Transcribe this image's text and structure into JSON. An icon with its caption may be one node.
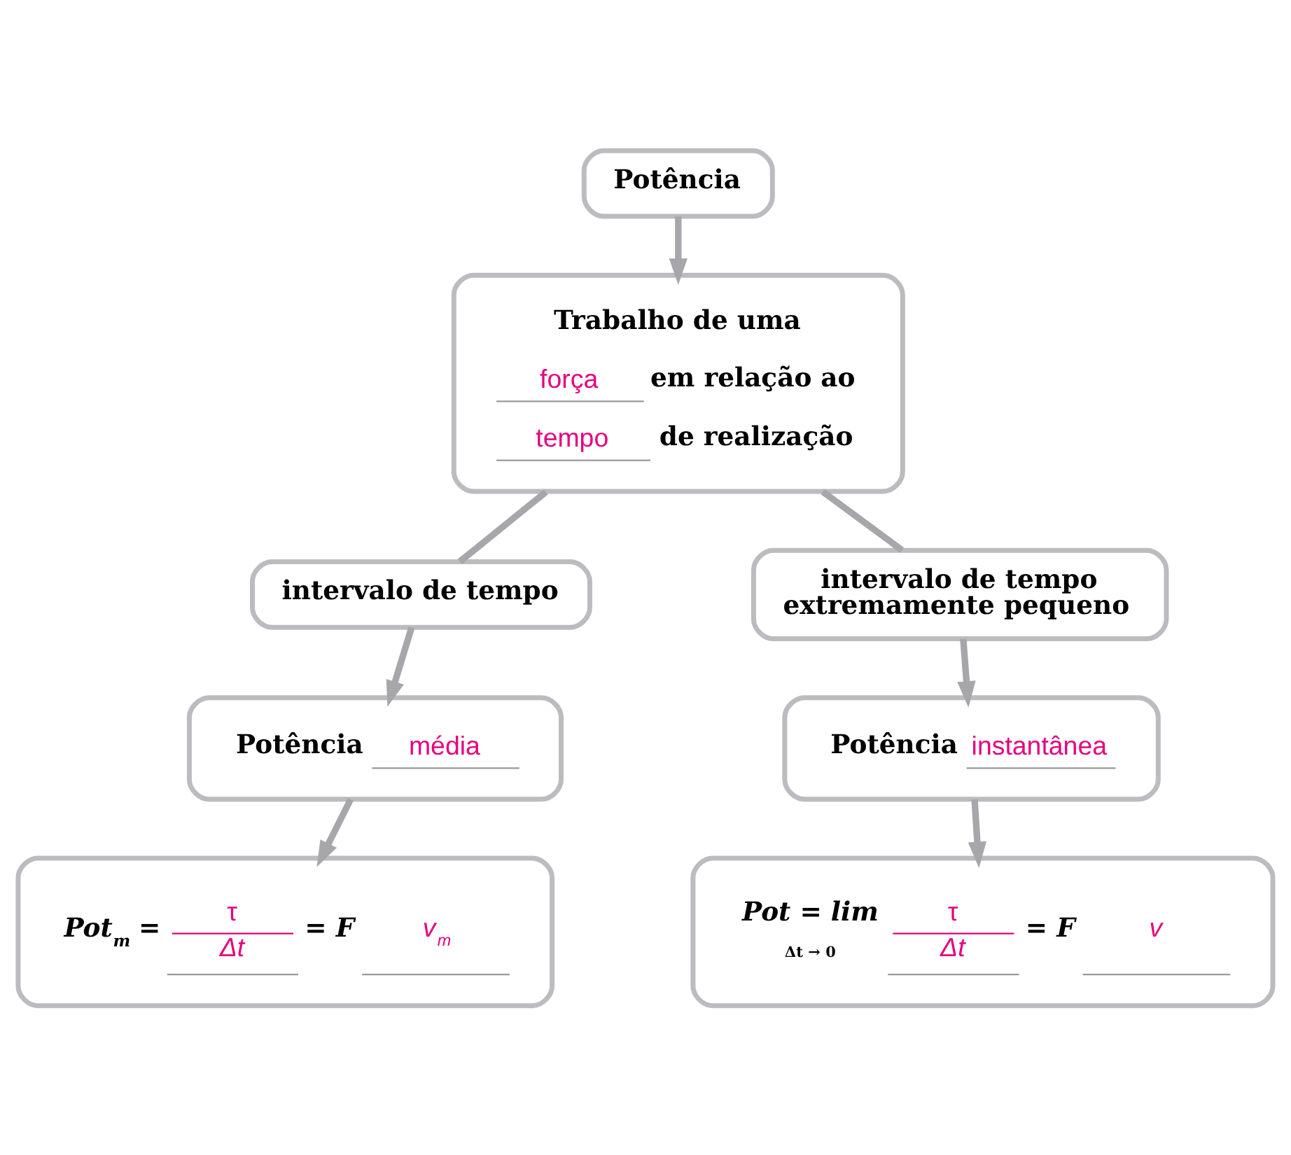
{
  "diagram": {
    "nodes": [
      {
        "text": [
          "Potência"
        ]
      },
      {
        "text": [
          "Trabalho de uma",
          "força",
          "em relação ao",
          "tempo",
          "de realização"
        ]
      },
      {
        "text": [
          "intervalo de tempo"
        ]
      },
      {
        "text": [
          "intervalo de tempo extremamente pequeno"
        ]
      },
      {
        "text": [
          "Potência",
          "média"
        ]
      },
      {
        "text": [
          "Potência",
          "instantânea"
        ]
      },
      {
        "text": [
          "Pot$_{m}$ =",
          "τ",
          "Δt",
          "= F",
          "v$_{m}$"
        ]
      },
      {
        "text": [
          "Pot = lim",
          "Δt → 0",
          "τ",
          "Δt",
          "= F",
          "v"
        ]
      }
    ],
    "edges": [
      {
        "from": 0,
        "to": 1,
        "arrow": "to"
      },
      {
        "from": 1,
        "to": 2,
        "arrow": "none"
      },
      {
        "from": 1,
        "to": 3,
        "arrow": "none"
      },
      {
        "from": 2,
        "to": 4,
        "arrow": "to"
      },
      {
        "from": 3,
        "to": 5,
        "arrow": "to"
      },
      {
        "from": 4,
        "to": 6,
        "arrow": "to"
      },
      {
        "from": 5,
        "to": 7,
        "arrow": "to"
      }
    ]
  }
}
